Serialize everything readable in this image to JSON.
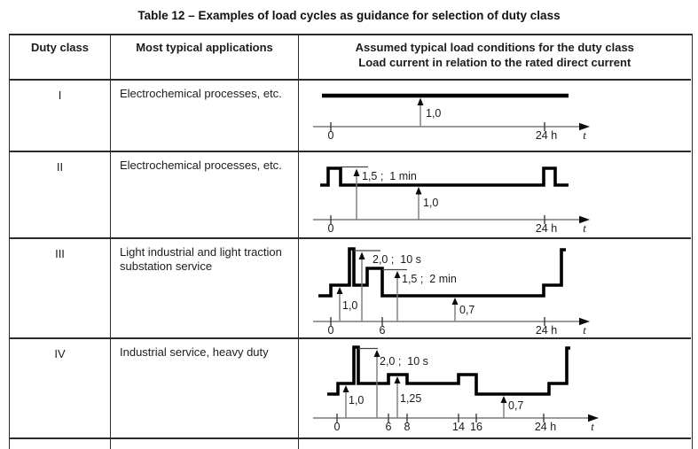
{
  "title": "Table 12 – Examples of load cycles as guidance for selection of duty class",
  "header": {
    "duty_class": "Duty class",
    "applications": "Most typical applications",
    "conditions_line1": "Assumed typical load conditions for the duty class",
    "conditions_line2": "Load current in relation to the rated direct current"
  },
  "rows": [
    {
      "duty_class": "I",
      "application": "Electrochemical processes, etc.",
      "diagram": {
        "labels": {
          "level1": "1,0"
        },
        "ticks": {
          "t0": "0",
          "t24": "24 h"
        },
        "axis_var": "t"
      }
    },
    {
      "duty_class": "II",
      "application": "Electrochemical processes, etc.",
      "diagram": {
        "labels": {
          "peak": "1,5 ;  1 min",
          "level1": "1,0"
        },
        "ticks": {
          "t0": "0",
          "t24": "24 h"
        },
        "axis_var": "t"
      }
    },
    {
      "duty_class": "III",
      "application": "Light industrial and light traction substation service",
      "diagram": {
        "labels": {
          "level1": "1,0",
          "peak": "2,0 ;  10 s",
          "peak2": "1,5 ;  2 min",
          "low": "0,7"
        },
        "ticks": {
          "t0": "0",
          "t6": "6",
          "t24": "24 h"
        },
        "axis_var": "t"
      }
    },
    {
      "duty_class": "IV",
      "application": "Industrial service, heavy duty",
      "diagram": {
        "labels": {
          "level1": "1,0",
          "peak": "2,0 ;  10 s",
          "peak2": "1,25",
          "low": "0,7"
        },
        "ticks": {
          "t0": "0",
          "t6": "6",
          "t8": "8",
          "t14": "14",
          "t16": "16",
          "t24": "24 h"
        },
        "axis_var": "t"
      }
    }
  ],
  "chart_data": [
    {
      "type": "line",
      "title": "Duty class I load cycle",
      "xlabel": "t",
      "ylabel": "Load current in relation to rated direct current",
      "x_ticks": [
        0,
        24
      ],
      "x_unit": "h",
      "segments": [
        {
          "from_h": 0,
          "to_h": 24,
          "level": 1.0
        }
      ],
      "annotations": [
        "1,0"
      ]
    },
    {
      "type": "line",
      "title": "Duty class II load cycle",
      "xlabel": "t",
      "x_ticks": [
        0,
        24
      ],
      "x_unit": "h",
      "segments": [
        {
          "at_h": 0,
          "level": 1.5,
          "duration": "1 min"
        },
        {
          "from_h": 0,
          "to_h": 24,
          "level": 1.0
        },
        {
          "at_h": 24,
          "level": 1.5,
          "duration": "1 min"
        }
      ],
      "annotations": [
        "1,5 ; 1 min",
        "1,0"
      ]
    },
    {
      "type": "line",
      "title": "Duty class III load cycle",
      "xlabel": "t",
      "x_ticks": [
        0,
        6,
        24
      ],
      "x_unit": "h",
      "segments": [
        {
          "before_h": 0,
          "level": 0.7
        },
        {
          "from_h": 0,
          "level": 1.0
        },
        {
          "level": 2.0,
          "duration": "10 s"
        },
        {
          "level": 1.0
        },
        {
          "level": 1.5,
          "duration": "2 min"
        },
        {
          "from_h": 6,
          "to_h": 24,
          "level": 0.7
        },
        {
          "after_h": 24,
          "level": 1.0,
          "then": "rise repeats next cycle"
        }
      ],
      "annotations": [
        "1,0",
        "2,0 ; 10 s",
        "1,5 ; 2 min",
        "0,7"
      ]
    },
    {
      "type": "line",
      "title": "Duty class IV load cycle",
      "xlabel": "t",
      "x_ticks": [
        0,
        6,
        8,
        14,
        16,
        24
      ],
      "x_unit": "h",
      "segments": [
        {
          "before_h": 0,
          "level": 0.7
        },
        {
          "from_h": 0,
          "level": 1.0
        },
        {
          "level": 2.0,
          "duration": "10 s"
        },
        {
          "to_h": 6,
          "level": 1.0
        },
        {
          "from_h": 6,
          "to_h": 8,
          "level": 1.25
        },
        {
          "from_h": 8,
          "to_h": 14,
          "level": 1.0
        },
        {
          "from_h": 14,
          "to_h": 16,
          "level": 1.25
        },
        {
          "from_h": 16,
          "to_h": 24,
          "level": 0.7
        },
        {
          "after_h": 24,
          "level": 1.0,
          "then": "rise repeats next cycle"
        }
      ],
      "annotations": [
        "1,0",
        "2,0 ; 10 s",
        "1,25",
        "0,7"
      ]
    }
  ]
}
